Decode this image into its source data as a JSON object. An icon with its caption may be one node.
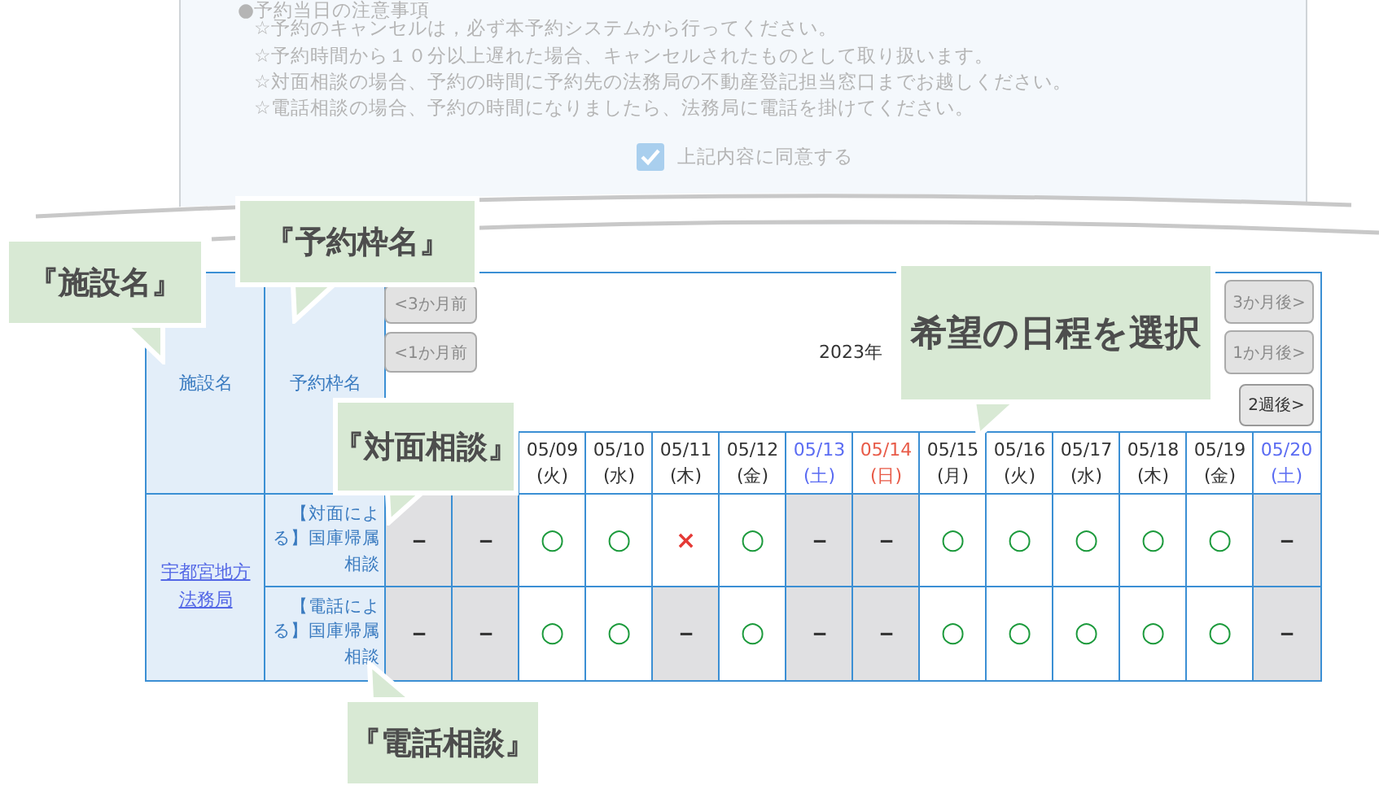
{
  "diagram": {
    "nodes": [
      {
        "text": [
          "『施設名』"
        ]
      },
      {
        "text": [
          "『予約枠名』"
        ]
      },
      {
        "text": [
          "『対面相談』"
        ]
      },
      {
        "text": [
          "希望の日程を選択"
        ]
      },
      {
        "text": [
          "『電話相談』"
        ]
      }
    ],
    "labels": [
      "●予約当日の注意事項",
      "☆予約のキャンセルは，必ず本予約システムから行ってください。",
      "☆予約時間から１０分以上遅れた場合、キャンセルされたものとして取り扱います。",
      "☆対面相談の場合、予約の時間に予約先の法務局の不動産登記担当窓口までお越しください。",
      "☆電話相談の場合、予約の時間になりましたら、法務局に電話を掛けてください。",
      "上記内容に同意する",
      "施設名",
      "予約枠名",
      "<3か月前",
      "<1か月前",
      "2023年",
      "3か月後>",
      "1か月後>",
      "2週後>",
      "05/09 (火)",
      "05/10 (水)",
      "05/11 (木)",
      "05/12 (金)",
      "05/13 (土)",
      "05/14 (日)",
      "05/15 (月)",
      "05/16 (火)",
      "05/17 (水)",
      "05/18 (木)",
      "05/19 (金)",
      "05/20 (土)",
      "宇都宮地方法務局",
      "【対面による】国庫帰属相談",
      "－",
      "－",
      "○",
      "○",
      "×",
      "○",
      "－",
      "－",
      "○",
      "○",
      "○",
      "○",
      "○",
      "－",
      "【電話による】国庫帰属相談",
      "－",
      "－",
      "○",
      "○",
      "－",
      "○",
      "－",
      "－",
      "○",
      "○",
      "○",
      "○",
      "○",
      "－"
    ]
  }
}
